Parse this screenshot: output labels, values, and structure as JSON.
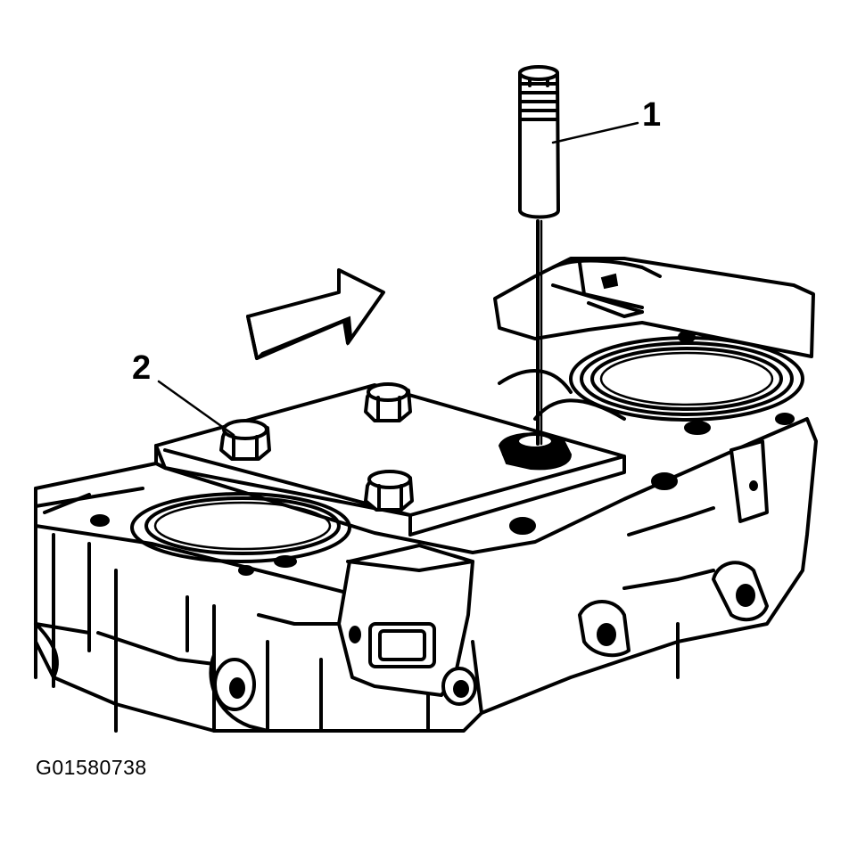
{
  "callouts": [
    {
      "number": "1"
    },
    {
      "number": "2"
    }
  ],
  "figure_id": "G01580738"
}
